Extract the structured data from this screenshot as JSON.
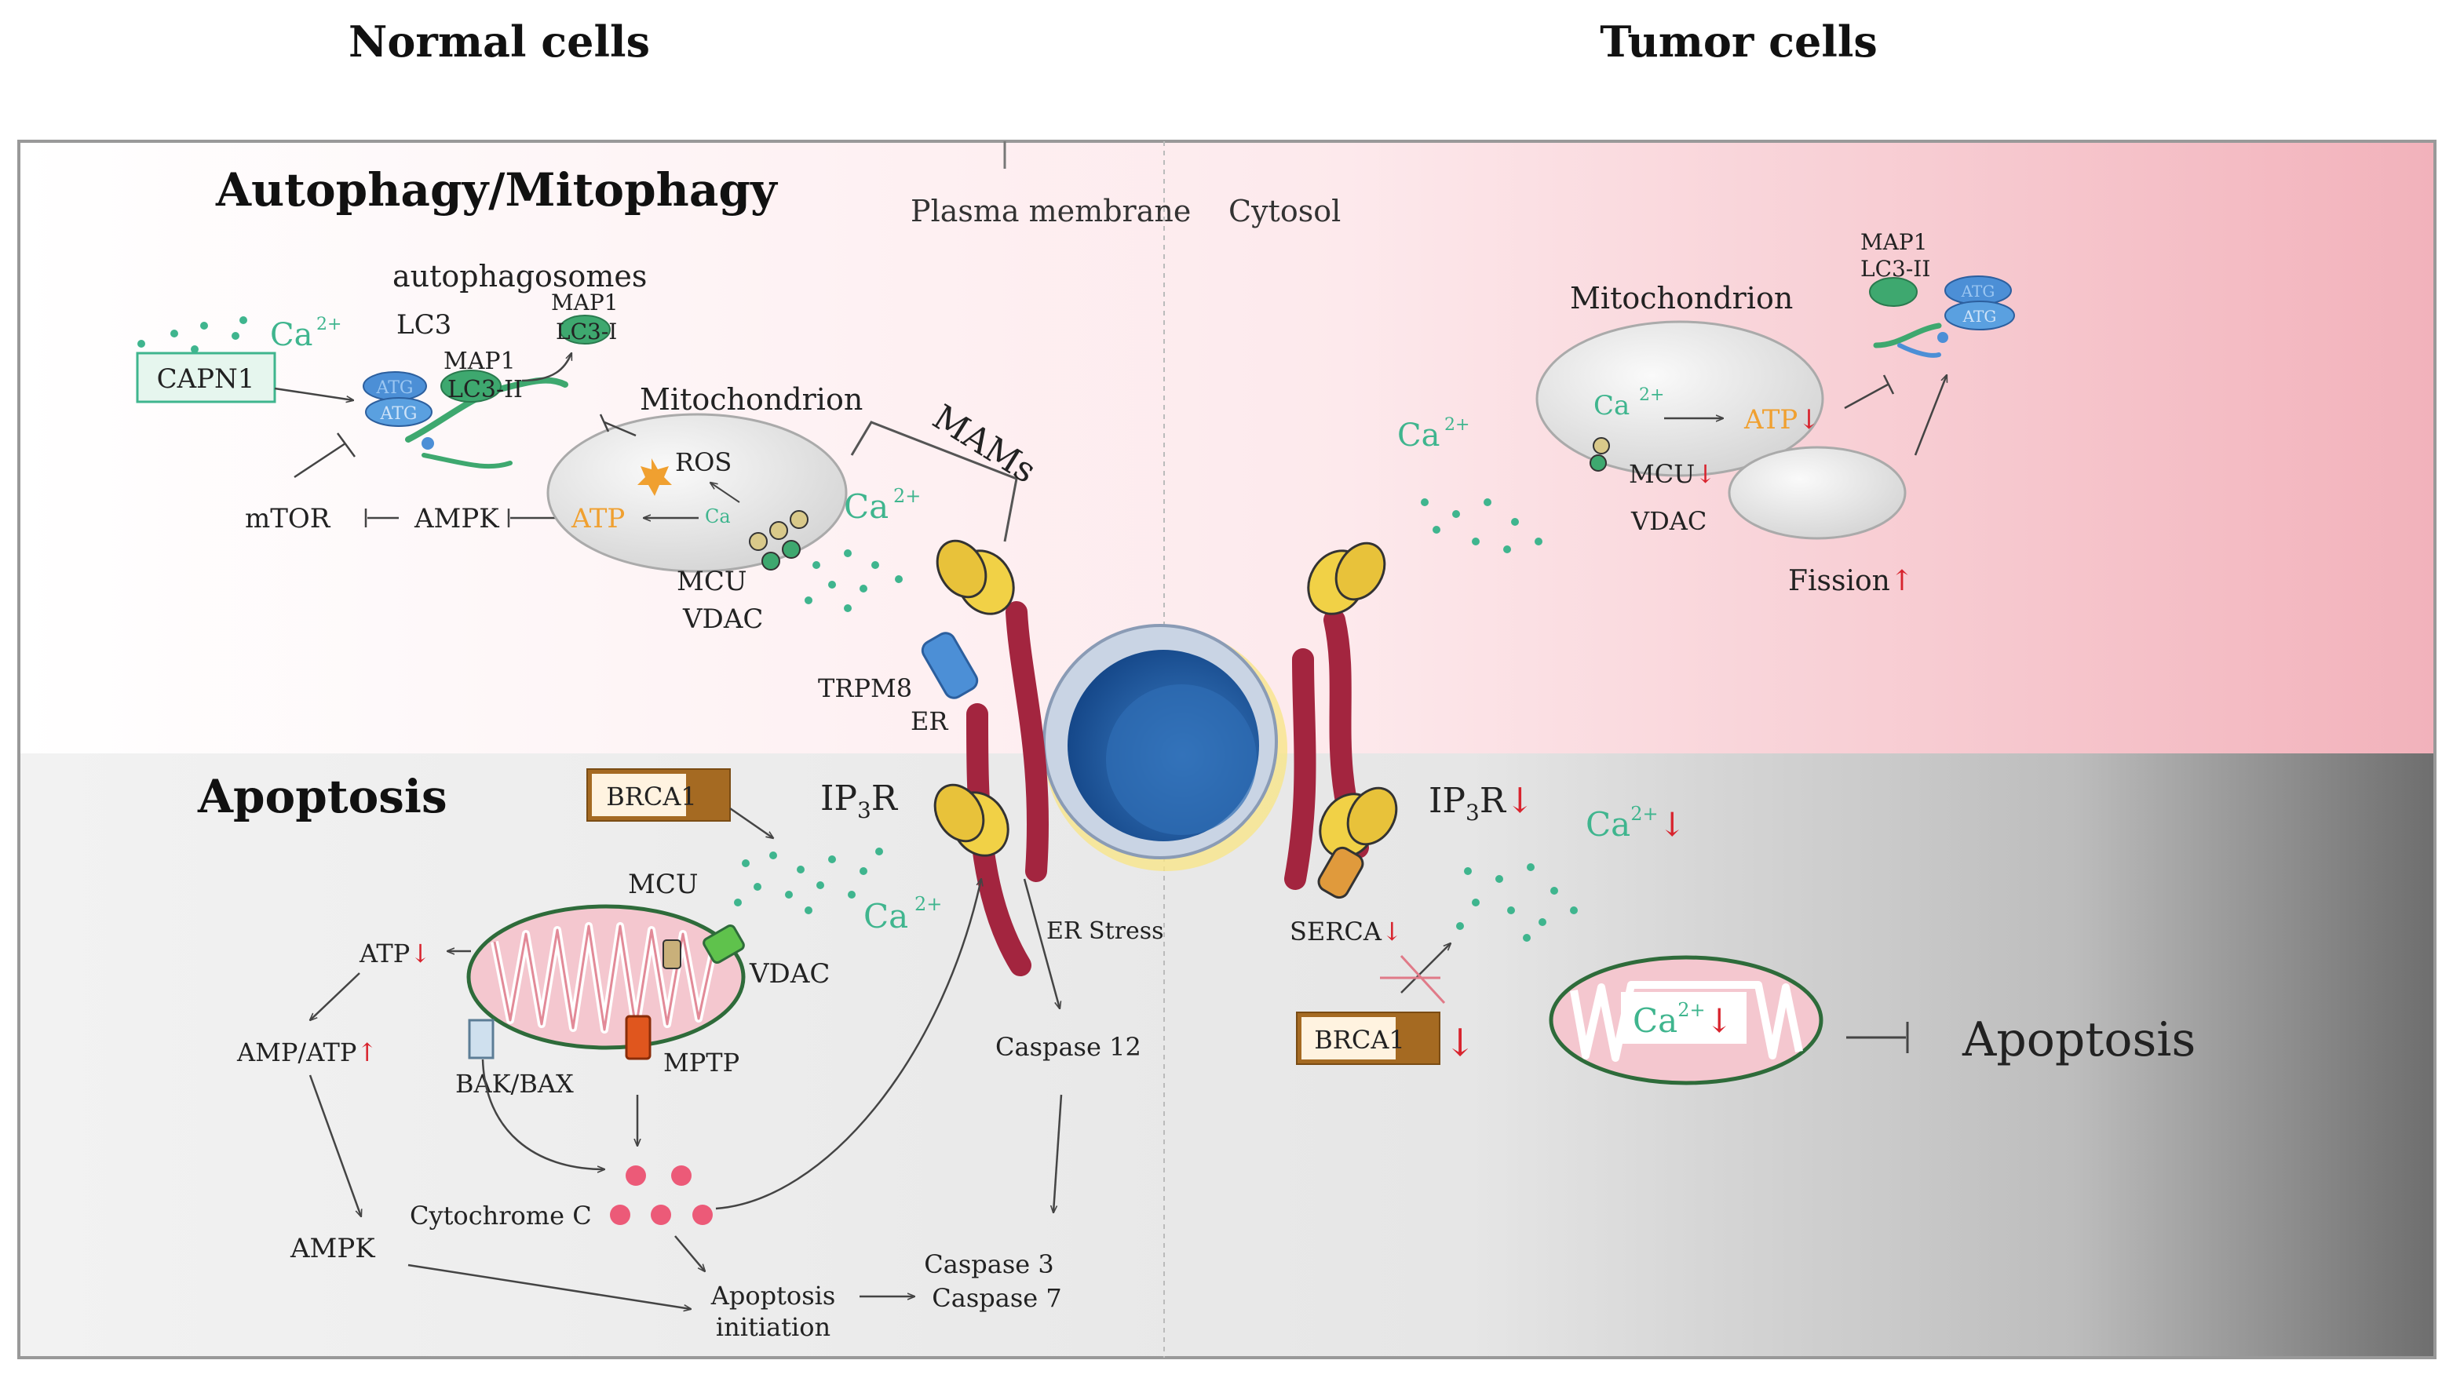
{
  "headers": {
    "normal": "Normal cells",
    "tumor": "Tumor cells"
  },
  "sections": {
    "autophagy": "Autophagy/Mitophagy",
    "apoptosis": "Apoptosis",
    "plasma_membrane": "Plasma membrane",
    "cytosol": "Cytosol"
  },
  "labels": {
    "autophagosomes": "autophagosomes",
    "lc3": "LC3",
    "map1_a": "MAP1",
    "lc3i": "LC3-I",
    "map1_b": "MAP1",
    "lc3ii": "LC3-II",
    "capn1": "CAPN1",
    "atg_a": "ATG",
    "atg_b": "ATG",
    "mitochondrion": "Mitochondrion",
    "ros": "ROS",
    "atp": "ATP",
    "mtor": "mTOR",
    "ampk": "AMPK",
    "mcu": "MCU",
    "vdac": "VDAC",
    "mams": "MAMs",
    "trpm8": "TRPM8",
    "er": "ER",
    "brca1": "BRCA1",
    "ip3": "IP",
    "sub3": "3",
    "r": "R",
    "er_stress": "ER Stress",
    "caspase12": "Caspase 12",
    "caspase3": "Caspase 3",
    "caspase7": "Caspase 7",
    "cytochrome_c": "Cytochrome C",
    "apoptosis_initiation_1": "Apoptosis",
    "apoptosis_initiation_2": "initiation",
    "amp_atp": "AMP/ATP",
    "bak_bax": "BAK/BAX",
    "mptp": "MPTP",
    "serca": "SERCA",
    "fission": "Fission",
    "ca": "Ca",
    "sup2p": "2+",
    "down": "↓",
    "up": "↑",
    "apoptosis_big": "Apoptosis"
  },
  "colors": {
    "calcium": "#3fb58e",
    "atp": "#f0a030",
    "red_arrow": "#d8242e",
    "er": "#a3253f",
    "channel": "#f1d146",
    "nucleus": "#1f5a9a",
    "mito_fill": "#f4c7cf",
    "mito_edge": "#2e6b3a",
    "brca1": "#a56a22",
    "atg": "#4c8fd6",
    "map1": "#3ea86f",
    "tumor_bg": "#f2b5bd",
    "apoptosis_bg": "#7a7a7a"
  }
}
